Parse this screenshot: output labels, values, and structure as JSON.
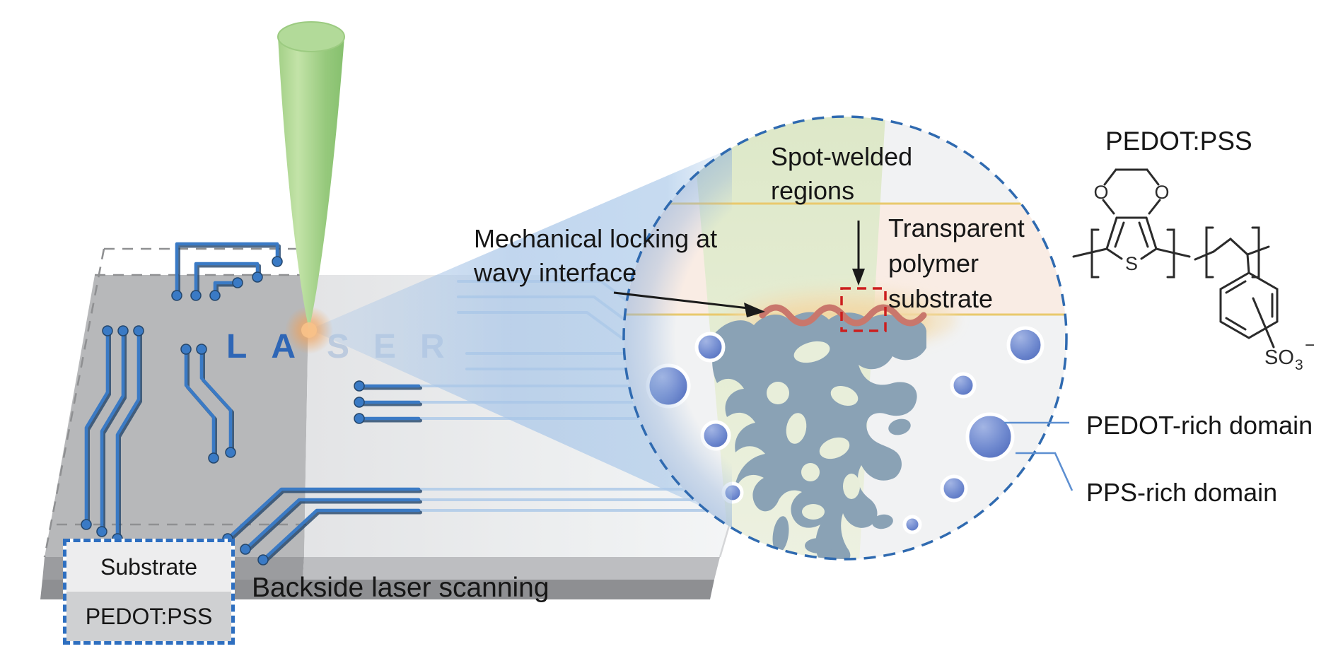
{
  "figure": {
    "laser_word": {
      "front": "LA",
      "back": "SER"
    },
    "legend": {
      "substrate": "Substrate",
      "pedot_pss": "PEDOT:PSS",
      "caption": "Backside laser scanning"
    },
    "magnified": {
      "spot_welded": [
        "Spot-welded",
        "regions"
      ],
      "transparent_substrate": [
        "Transparent",
        "polymer",
        "substrate"
      ],
      "mechanical_locking": [
        "Mechanical locking at",
        "wavy interface"
      ],
      "pedot_rich": "PEDOT-rich domain",
      "pps_rich": "PPS-rich domain"
    },
    "chemistry": {
      "title": "PEDOT:PSS",
      "oxygen_left": "O",
      "oxygen_right": "O",
      "sulfur": "S",
      "sulfonate_main": "SO",
      "sulfonate_sub": "3",
      "sulfonate_charge": "−"
    },
    "colors": {
      "laser_green": "#a9d48c",
      "beam_blue": "#aec9e8",
      "trace_blue": "#3a7ac5",
      "circle_dash": "#2f6ab0",
      "weld_red": "#c9776c",
      "domain_blue": "#5f7ec9",
      "network_gray_blue": "#8aa2b5",
      "highlight_red": "#cc1f1f",
      "interface_yellow": "#e9c96d"
    }
  }
}
